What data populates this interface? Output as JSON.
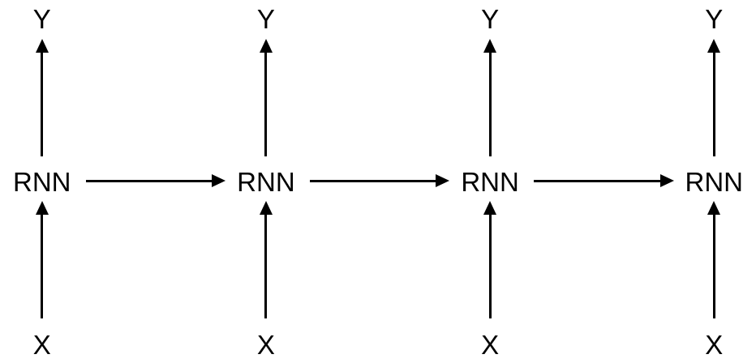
{
  "diagram": {
    "type": "unrolled-rnn-sequence",
    "description": "Unrolled recurrent neural network with four time steps",
    "colors": {
      "line": "#000000",
      "text": "#000000",
      "background": "#ffffff"
    },
    "units": [
      {
        "input": "X",
        "cell": "RNN",
        "output": "Y"
      },
      {
        "input": "X",
        "cell": "RNN",
        "output": "Y"
      },
      {
        "input": "X",
        "cell": "RNN",
        "output": "Y"
      },
      {
        "input": "X",
        "cell": "RNN",
        "output": "Y"
      }
    ]
  }
}
